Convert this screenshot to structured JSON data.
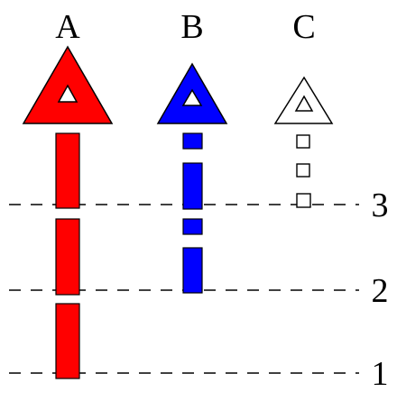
{
  "columns": [
    {
      "label": "A",
      "color": "#ff0000",
      "marker_style": "filled",
      "segments": [
        "bar",
        "bar",
        "bar"
      ]
    },
    {
      "label": "B",
      "color": "#0000ff",
      "marker_style": "filled",
      "segments": [
        "short-bar",
        "bar",
        "short-bar",
        "bar"
      ]
    },
    {
      "label": "C",
      "color": "#000000",
      "marker_style": "outline",
      "segments": [
        "small-square",
        "small-square",
        "small-square"
      ]
    }
  ],
  "levels": [
    {
      "label": "3"
    },
    {
      "label": "2"
    },
    {
      "label": "1"
    }
  ],
  "icons": {
    "marker": "triangle-icon",
    "line_style": "dashed"
  }
}
